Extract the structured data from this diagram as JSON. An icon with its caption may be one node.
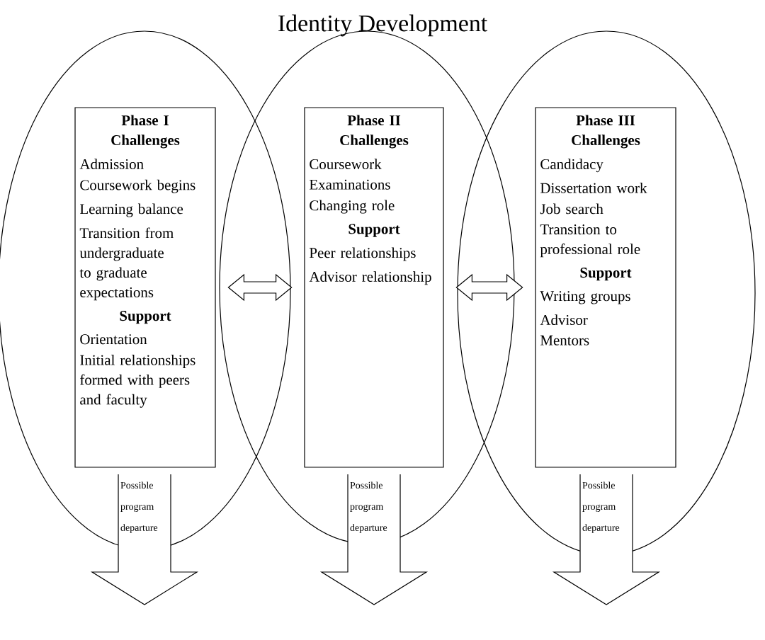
{
  "diagram": {
    "title": "Identity Development",
    "nodes": [
      {
        "text": [],
        "shape": "ellipse"
      },
      {
        "text": [
          "Phase I Challenges",
          "Admission",
          "Coursework begins",
          "Learning balance",
          "Transition from undergraduate to graduate expectations",
          "Support",
          "Orientation",
          "Initial relationships formed with peers and faculty"
        ],
        "in": 0
      },
      {
        "text": [],
        "shape": "ellipse"
      },
      {
        "text": [
          "Phase II Challenges",
          "Coursework",
          "Examinations",
          "Changing role",
          "Support",
          "Peer relationships",
          "Advisor relationship"
        ],
        "in": 2
      },
      {
        "text": [],
        "shape": "ellipse"
      },
      {
        "text": [
          "Phase III Challenges",
          "Candidacy",
          "Dissertation work",
          "Job search",
          "Transition to professional role",
          "Support",
          "Writing groups",
          "Advisor",
          "Mentors"
        ],
        "in": 4
      },
      {
        "text": [
          "Possible program departure"
        ]
      },
      {
        "text": [
          "Possible program departure"
        ]
      },
      {
        "text": [
          "Possible program departure"
        ]
      }
    ],
    "edges": [
      {
        "from": 1,
        "to": 3,
        "arrow": "both"
      },
      {
        "from": 3,
        "to": 5,
        "arrow": "both"
      }
    ]
  }
}
